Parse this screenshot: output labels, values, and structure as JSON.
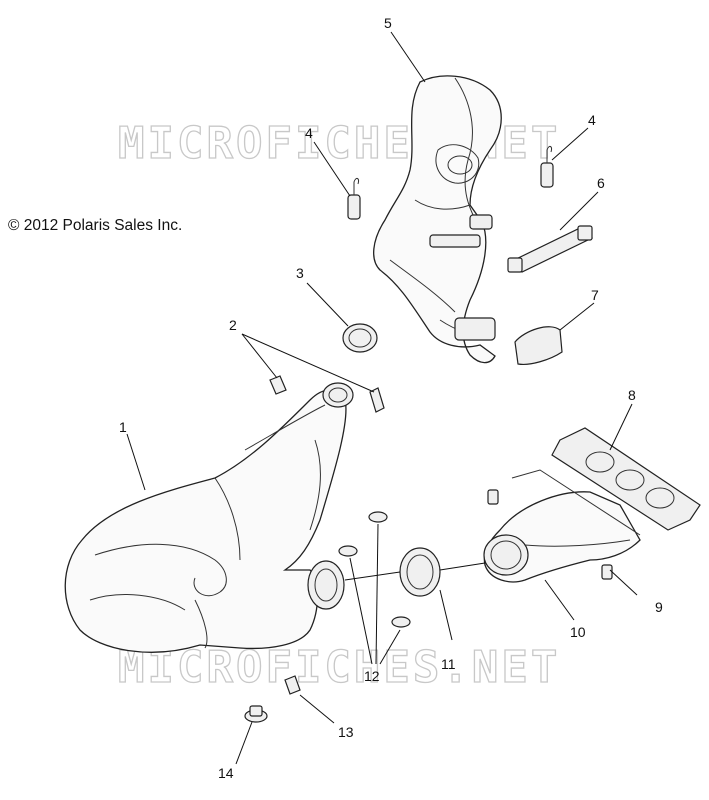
{
  "copyright": "© 2012 Polaris Sales Inc.",
  "watermark": "MICROFICHES.NET",
  "callouts": [
    "1",
    "2",
    "3",
    "4",
    "4",
    "5",
    "6",
    "7",
    "8",
    "9",
    "10",
    "11",
    "12",
    "13",
    "14"
  ]
}
